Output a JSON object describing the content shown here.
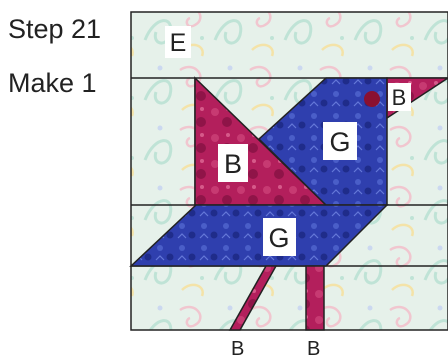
{
  "instructions": {
    "step": "Step 21",
    "make": "Make 1"
  },
  "patch_labels": {
    "e": "E",
    "b_top": "B",
    "b_left": "B",
    "g_upper": "G",
    "g_lower": "G"
  },
  "bottom_labels": {
    "b1": "B",
    "b2": "B"
  },
  "colors": {
    "background_fabric": "#e6f1ea",
    "background_swirl": "#bfe3d6",
    "pink_fabric": "#b31f5c",
    "pink_dark": "#8f1448",
    "blue_fabric": "#2f3fae",
    "blue_dark": "#1f2c8a",
    "eye": "#8a1030",
    "seam": "#222222"
  }
}
